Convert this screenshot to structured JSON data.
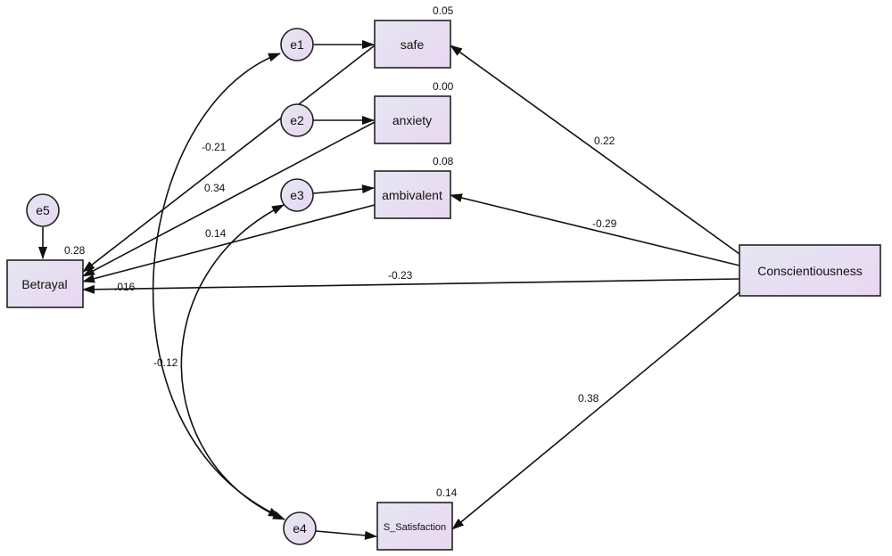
{
  "nodes": {
    "safe": "safe",
    "anxiety": "anxiety",
    "ambivalent": "ambivalent",
    "betrayal": "Betrayal",
    "conscientiousness": "Conscientiousness",
    "s_satisfaction": "S_Satisfaction",
    "e1": "e1",
    "e2": "e2",
    "e3": "e3",
    "e4": "e4",
    "e5": "e5"
  },
  "r_squared": {
    "safe": "0.05",
    "anxiety": "0.00",
    "ambivalent": "0.08",
    "betrayal": "0.28",
    "s_satisfaction": "0.14"
  },
  "paths": {
    "safe_to_betrayal": "-0.21",
    "anxiety_to_betrayal": "0.34",
    "ambivalent_to_betrayal": "0.14",
    "consc_to_safe": "0.22",
    "consc_to_ambivalent": "-0.29",
    "consc_to_betrayal": "-0.23",
    "consc_to_s_satisfaction": "0.38",
    "satisfaction_to_betrayal": ".016"
  },
  "covariances": {
    "e3_e4": "-0.12"
  },
  "colors": {
    "node_fill_start": "#e3e6f2",
    "node_fill_end": "#e8d6f0",
    "stroke": "#222222"
  }
}
